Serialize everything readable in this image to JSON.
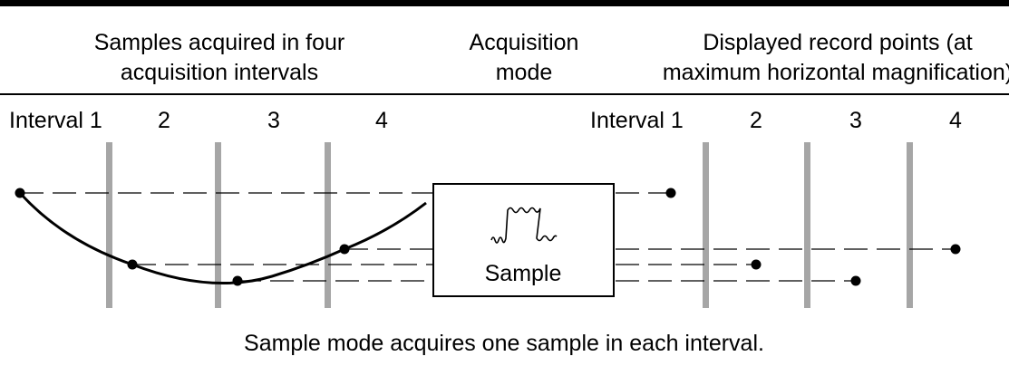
{
  "headers": {
    "left_line1": "Samples acquired in four",
    "left_line2": "acquisition intervals",
    "middle_line1": "Acquisition",
    "middle_line2": "mode",
    "right_line1": "Displayed record points (at",
    "right_line2": "maximum horizontal magnification)"
  },
  "left_intervals": [
    "Interval 1",
    "2",
    "3",
    "4"
  ],
  "right_intervals": [
    "Interval 1",
    "2",
    "3",
    "4"
  ],
  "mode_box_label": "Sample",
  "caption": "Sample mode acquires one sample in each interval.",
  "colors": {
    "line": "#000000",
    "interval_bar": "#a6a6a6",
    "background": "#ffffff"
  }
}
